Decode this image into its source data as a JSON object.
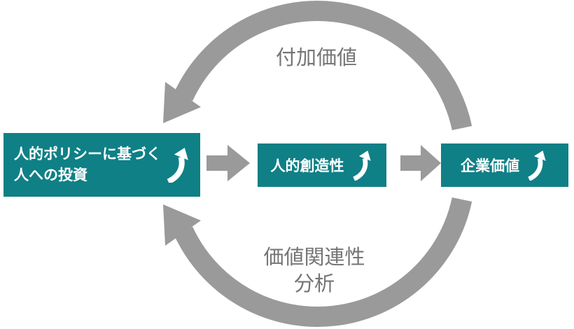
{
  "diagram": {
    "boxes": [
      {
        "id": "investment",
        "label_line1": "人的ポリシーに基づく",
        "label_line2": "人への投資"
      },
      {
        "id": "human-creativity",
        "label": "人的創造性"
      },
      {
        "id": "corporate-value",
        "label": "企業価値"
      }
    ],
    "cycle_labels": {
      "top": "付加価値",
      "bottom_line1": "価値関連性",
      "bottom_line2": "分析"
    },
    "colors": {
      "box_teal": "#0f8086",
      "arrow_gray": "#9a9a9a",
      "label_gray": "#757575",
      "box_text": "#ffffff"
    }
  }
}
